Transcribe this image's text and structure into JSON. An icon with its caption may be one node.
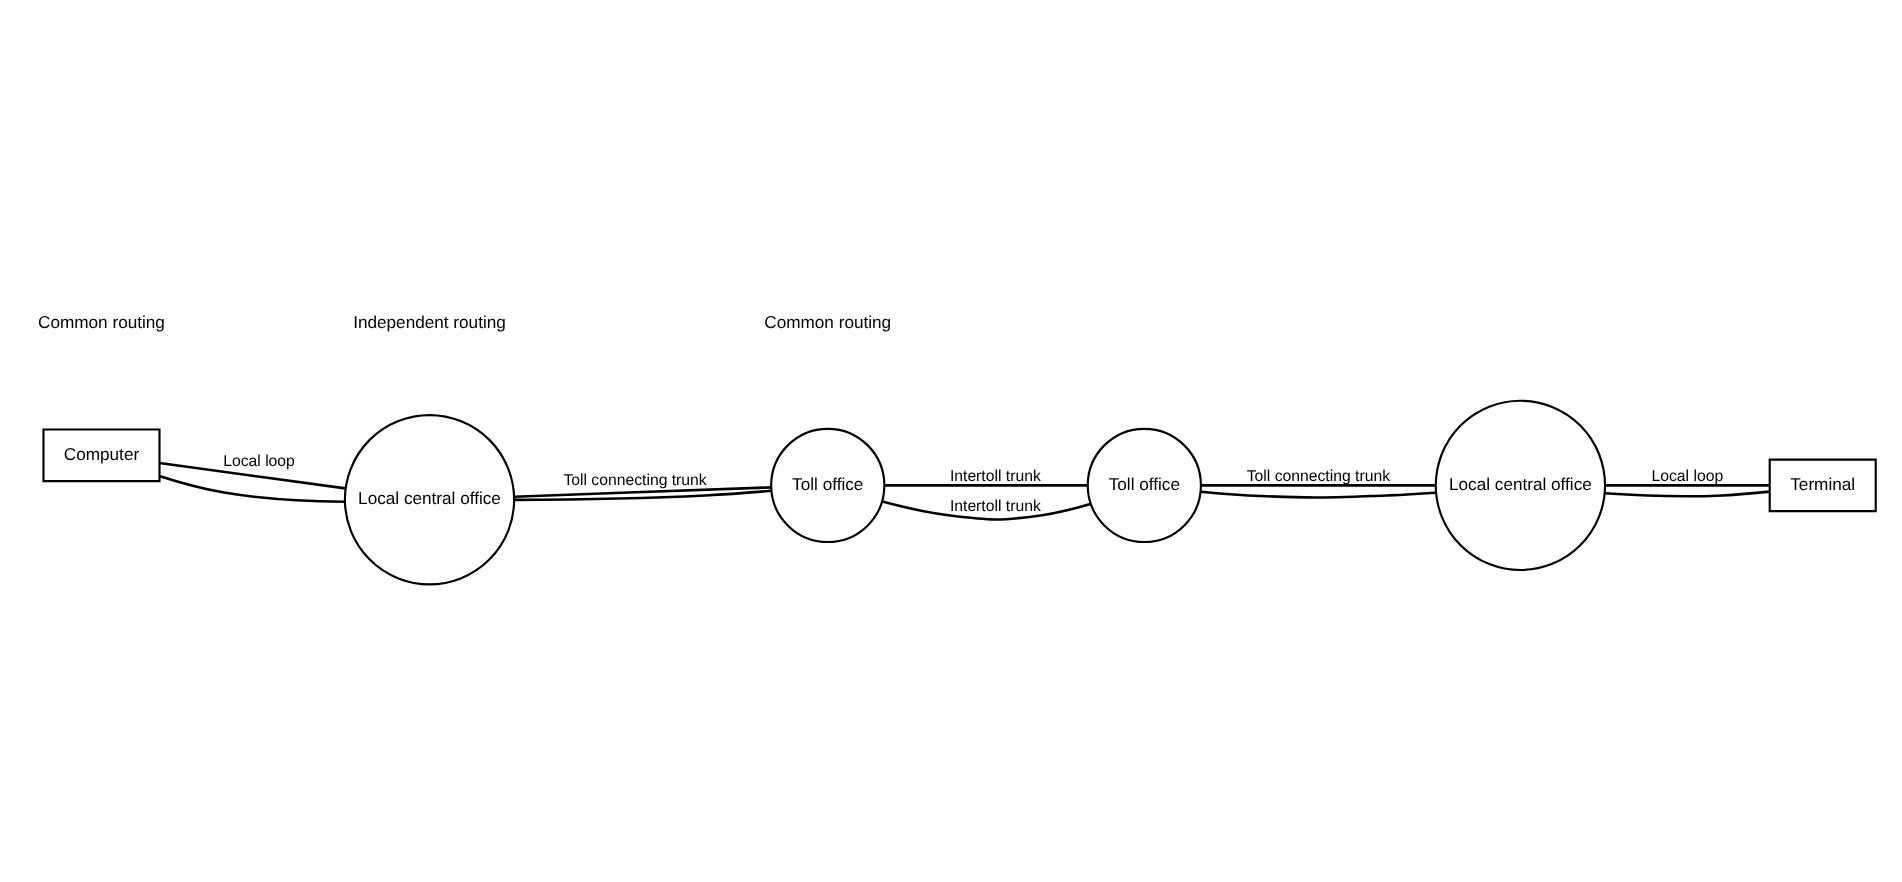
{
  "diagram": {
    "nodes": [
      {
        "text": [
          "Computer"
        ]
      },
      {
        "text": [
          "Local central office"
        ]
      },
      {
        "text": [
          "Toll office"
        ]
      },
      {
        "text": [
          "Toll office"
        ]
      },
      {
        "text": [
          "Local central office"
        ]
      },
      {
        "text": [
          "Terminal"
        ]
      }
    ],
    "edges": [
      {
        "from": 0,
        "to": 1,
        "arrow": "none",
        "label": "Local loop"
      },
      {
        "from": 0,
        "to": 1,
        "arrow": "none"
      },
      {
        "from": 1,
        "to": 2,
        "arrow": "none",
        "label": "Toll connecting trunk"
      },
      {
        "from": 1,
        "to": 2,
        "arrow": "none"
      },
      {
        "from": 2,
        "to": 3,
        "arrow": "none",
        "label": "Intertoll trunk"
      },
      {
        "from": 2,
        "to": 3,
        "arrow": "none",
        "label": "Intertoll trunk"
      },
      {
        "from": 3,
        "to": 4,
        "arrow": "none",
        "label": "Toll connecting trunk"
      },
      {
        "from": 3,
        "to": 4,
        "arrow": "none"
      },
      {
        "from": 4,
        "to": 5,
        "arrow": "none",
        "label": "Local loop"
      },
      {
        "from": 4,
        "to": 5,
        "arrow": "none"
      }
    ],
    "labels": [
      "Common routing",
      "Independent routing",
      "Common routing"
    ]
  }
}
